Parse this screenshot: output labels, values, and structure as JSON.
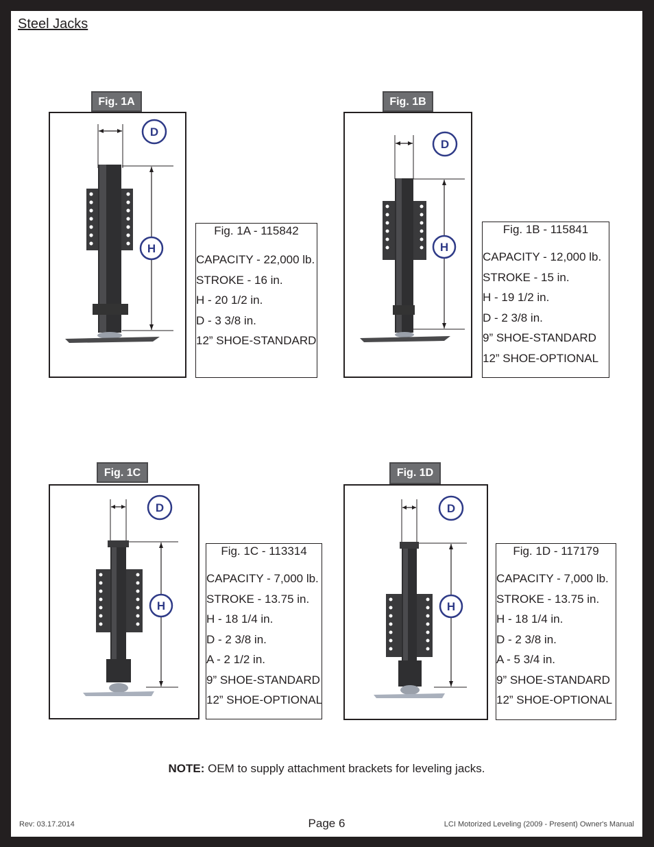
{
  "heading": "Steel Jacks",
  "figures": [
    {
      "tag": "Fig. 1A",
      "title": "Fig. 1A - 115842",
      "lines": [
        "CAPACITY - 22,000 lb.",
        "STROKE - 16 in.",
        "H - 20 1/2 in.",
        "D -  3 3/8 in.",
        "12” SHOE-STANDARD"
      ],
      "dim_d": "D",
      "dim_h": "H"
    },
    {
      "tag": "Fig. 1B",
      "title": "Fig. 1B - 115841",
      "lines": [
        "CAPACITY - 12,000 lb.",
        "STROKE - 15 in.",
        "H - 19 1/2 in.",
        "D -  2 3/8 in.",
        "9” SHOE-STANDARD",
        "12” SHOE-OPTIONAL"
      ],
      "dim_d": "D",
      "dim_h": "H"
    },
    {
      "tag": "Fig. 1C",
      "title": "Fig. 1C - 113314",
      "lines": [
        "CAPACITY - 7,000 lb.",
        "STROKE - 13.75 in.",
        "H - 18 1/4 in.",
        "D -  2 3/8 in.",
        "A - 2 1/2 in.",
        "9” SHOE-STANDARD",
        "12” SHOE-OPTIONAL"
      ],
      "dim_d": "D",
      "dim_h": "H"
    },
    {
      "tag": "Fig. 1D",
      "title": "Fig. 1D - 117179",
      "lines": [
        "CAPACITY - 7,000 lb.",
        "STROKE - 13.75 in.",
        "H - 18 1/4 in.",
        "D -  2 3/8 in.",
        "A - 5 3/4 in.",
        "9” SHOE-STANDARD",
        "12” SHOE-OPTIONAL"
      ],
      "dim_d": "D",
      "dim_h": "H"
    }
  ],
  "note": {
    "label": "NOTE:",
    "text": " OEM to supply attachment brackets for leveling jacks."
  },
  "footer": {
    "rev": "Rev: 03.17.2014",
    "page": "Page 6",
    "manual": "LCI Motorized Leveling (2009 - Present) Owner's Manual"
  },
  "colors": {
    "badge": "#2e3a87",
    "tag_bg": "#6d6e71",
    "jack": "#3a3a3c"
  }
}
